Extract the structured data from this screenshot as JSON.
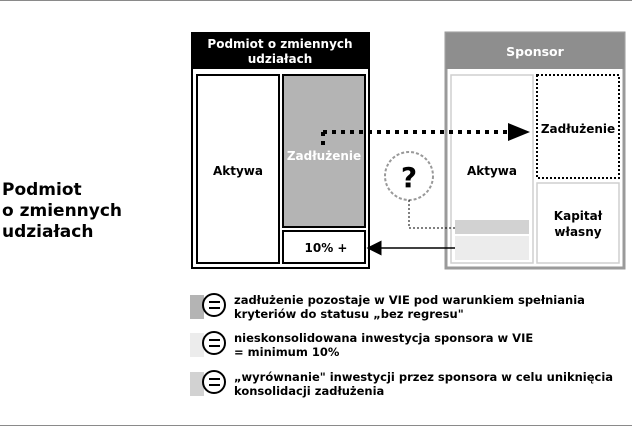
{
  "side_title": {
    "line1": "Podmiot",
    "line2": "o zmiennych",
    "line3": "udziałach"
  },
  "vie_box": {
    "header_line1": "Podmiot o zmiennych",
    "header_line2": "udziałach",
    "assets_label": "Aktywa",
    "debt_label": "Zadłużenie",
    "share_label": "10% +"
  },
  "sponsor_box": {
    "header": "Sponsor",
    "assets_label": "Aktywa",
    "debt_label": "Zadłużenie",
    "equity_line1": "Kapitał",
    "equity_line2": "własny"
  },
  "question_mark": "?",
  "legend": [
    {
      "line1": "zadłużenie pozostaje w VIE pod warunkiem spełniania",
      "line2": "kryteriów do statusu „bez regresu\"",
      "swatch_color": "#b4b4b4"
    },
    {
      "line1": "nieskonsolidowana inwestycja sponsora w VIE",
      "line2": "= minimum 10%",
      "swatch_color": "#ececec"
    },
    {
      "line1": "„wyrównanie\" inwestycji przez sponsora w celu uniknięcia",
      "line2": "konsolidacji zadłużenia",
      "swatch_color": "#d2d2d2"
    }
  ],
  "colors": {
    "vie_header": "#000000",
    "sponsor_header": "#8e8e8e",
    "debt_fill": "#b4b4b4",
    "sponsor_border": "#9a9a9a"
  }
}
